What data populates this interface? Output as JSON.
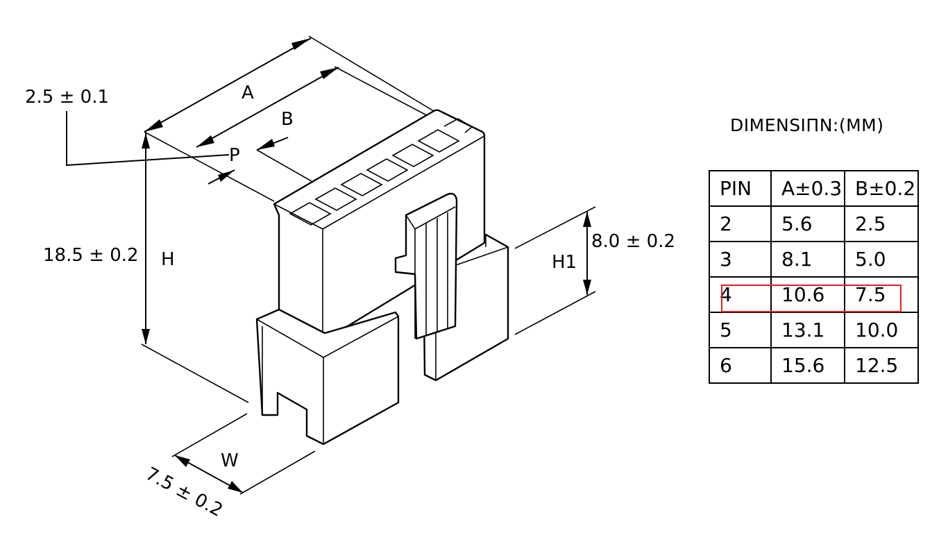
{
  "labels": {
    "a": "A",
    "b": "B",
    "p": "P",
    "h": "H",
    "h1": "H1",
    "w": "W",
    "pitch_dim": "2.5 ± 0.1",
    "height_dim": "18.5 ± 0.2",
    "h1_dim": "8.0 ± 0.2",
    "width_dim": "7.5 ± 0.2"
  },
  "table": {
    "title": "DIMENSIΠN:(MM)",
    "headers": [
      "PIN",
      "A±0.3",
      "B±0.2"
    ],
    "rows": [
      [
        "2",
        "5.6",
        "2.5"
      ],
      [
        "3",
        "8.1",
        "5.0"
      ],
      [
        "4",
        "10.6",
        "7.5"
      ],
      [
        "5",
        "13.1",
        "10.0"
      ],
      [
        "6",
        "15.6",
        "12.5"
      ]
    ],
    "highlighted_row": 2,
    "highlight_color": "#e02020"
  }
}
